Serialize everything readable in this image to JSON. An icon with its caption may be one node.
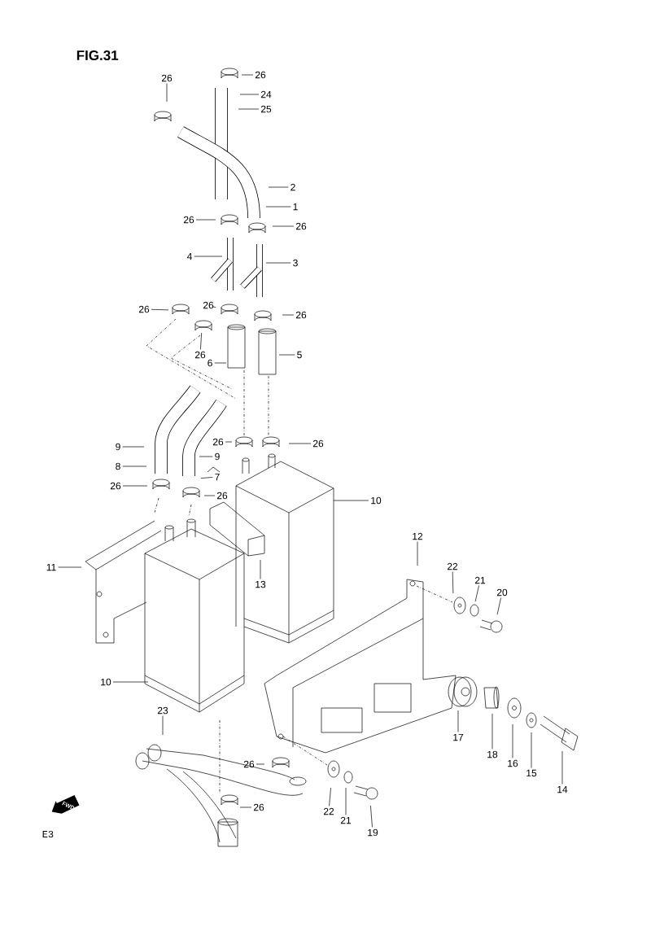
{
  "diagram": {
    "title": "FIG.31",
    "nodes": [
      {
        "text": [
          "26"
        ]
      },
      {
        "text": [
          "26"
        ]
      },
      {
        "text": [
          "24"
        ]
      },
      {
        "text": [
          "25"
        ]
      },
      {
        "text": [
          "2"
        ]
      },
      {
        "text": [
          "1"
        ]
      },
      {
        "text": [
          "26"
        ]
      },
      {
        "text": [
          "26"
        ]
      },
      {
        "text": [
          "4"
        ]
      },
      {
        "text": [
          "3"
        ]
      },
      {
        "text": [
          "26"
        ]
      },
      {
        "text": [
          "26"
        ]
      },
      {
        "text": [
          "26"
        ]
      },
      {
        "text": [
          "26"
        ]
      },
      {
        "text": [
          "6"
        ]
      },
      {
        "text": [
          "5"
        ]
      },
      {
        "text": [
          "9"
        ]
      },
      {
        "text": [
          "26"
        ]
      },
      {
        "text": [
          "26"
        ]
      },
      {
        "text": [
          "9"
        ]
      },
      {
        "text": [
          "8"
        ]
      },
      {
        "text": [
          "7"
        ]
      },
      {
        "text": [
          "26"
        ]
      },
      {
        "text": [
          "26"
        ]
      },
      {
        "text": [
          "10"
        ]
      },
      {
        "text": [
          "12"
        ]
      },
      {
        "text": [
          "22"
        ]
      },
      {
        "text": [
          "21"
        ]
      },
      {
        "text": [
          "20"
        ]
      },
      {
        "text": [
          "11"
        ]
      },
      {
        "text": [
          "13"
        ]
      },
      {
        "text": [
          "10"
        ]
      },
      {
        "text": [
          "17"
        ]
      },
      {
        "text": [
          "18"
        ]
      },
      {
        "text": [
          "16"
        ]
      },
      {
        "text": [
          "15"
        ]
      },
      {
        "text": [
          "14"
        ]
      },
      {
        "text": [
          "23"
        ]
      },
      {
        "text": [
          "26"
        ]
      },
      {
        "text": [
          "22"
        ]
      },
      {
        "text": [
          "21"
        ]
      },
      {
        "text": [
          "19"
        ]
      },
      {
        "text": [
          "26"
        ]
      }
    ],
    "edges": [
      {
        "from": 0,
        "to": null,
        "arrow": "none"
      },
      {
        "from": 1,
        "to": null,
        "arrow": "none"
      },
      {
        "from": 2,
        "to": null,
        "arrow": "none"
      },
      {
        "from": 3,
        "to": null,
        "arrow": "none"
      },
      {
        "from": 4,
        "to": null,
        "arrow": "none"
      },
      {
        "from": 5,
        "to": null,
        "arrow": "none"
      },
      {
        "from": 6,
        "to": null,
        "arrow": "none"
      },
      {
        "from": 7,
        "to": null,
        "arrow": "none"
      },
      {
        "from": 8,
        "to": null,
        "arrow": "none"
      },
      {
        "from": 9,
        "to": null,
        "arrow": "none"
      },
      {
        "from": 10,
        "to": null,
        "arrow": "none"
      },
      {
        "from": 11,
        "to": null,
        "arrow": "none"
      },
      {
        "from": 12,
        "to": null,
        "arrow": "none"
      },
      {
        "from": 13,
        "to": null,
        "arrow": "none"
      },
      {
        "from": 14,
        "to": null,
        "arrow": "none"
      },
      {
        "from": 15,
        "to": null,
        "arrow": "none"
      },
      {
        "from": 16,
        "to": null,
        "arrow": "none"
      },
      {
        "from": 17,
        "to": null,
        "arrow": "none"
      },
      {
        "from": 18,
        "to": null,
        "arrow": "none"
      },
      {
        "from": 19,
        "to": null,
        "arrow": "none"
      },
      {
        "from": 20,
        "to": null,
        "arrow": "none"
      },
      {
        "from": 21,
        "to": null,
        "arrow": "none"
      },
      {
        "from": 22,
        "to": null,
        "arrow": "none"
      },
      {
        "from": 23,
        "to": null,
        "arrow": "none"
      },
      {
        "from": 24,
        "to": null,
        "arrow": "none"
      },
      {
        "from": 25,
        "to": null,
        "arrow": "none"
      },
      {
        "from": 26,
        "to": null,
        "arrow": "none"
      },
      {
        "from": 27,
        "to": null,
        "arrow": "none"
      },
      {
        "from": 28,
        "to": null,
        "arrow": "none"
      },
      {
        "from": 29,
        "to": null,
        "arrow": "none"
      },
      {
        "from": 30,
        "to": null,
        "arrow": "none"
      },
      {
        "from": 31,
        "to": null,
        "arrow": "none"
      },
      {
        "from": 32,
        "to": null,
        "arrow": "none"
      },
      {
        "from": 33,
        "to": null,
        "arrow": "none"
      },
      {
        "from": 34,
        "to": null,
        "arrow": "none"
      },
      {
        "from": 35,
        "to": null,
        "arrow": "none"
      },
      {
        "from": 36,
        "to": null,
        "arrow": "none"
      },
      {
        "from": 37,
        "to": null,
        "arrow": "none"
      },
      {
        "from": 38,
        "to": null,
        "arrow": "none"
      },
      {
        "from": 39,
        "to": null,
        "arrow": "none"
      },
      {
        "from": 40,
        "to": null,
        "arrow": "none"
      },
      {
        "from": 41,
        "to": null,
        "arrow": "none"
      },
      {
        "from": 42,
        "to": null,
        "arrow": "none"
      }
    ],
    "labels": [
      "FWD",
      "E3"
    ]
  }
}
